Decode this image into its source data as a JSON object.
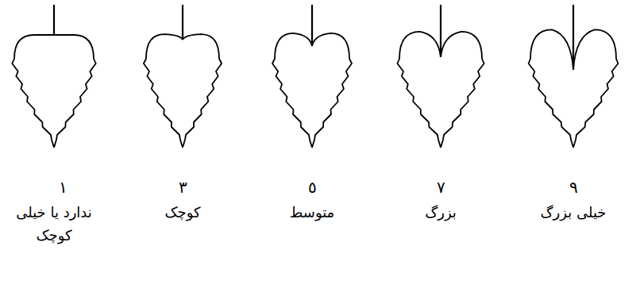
{
  "diagram": {
    "labels": [
      "١",
      "٣",
      "٥",
      "٧",
      "٩",
      "ندارد یا خیلی کوچک",
      "کوچک",
      "متوسط",
      "بزرگ",
      "خیلی بزرگ"
    ]
  }
}
